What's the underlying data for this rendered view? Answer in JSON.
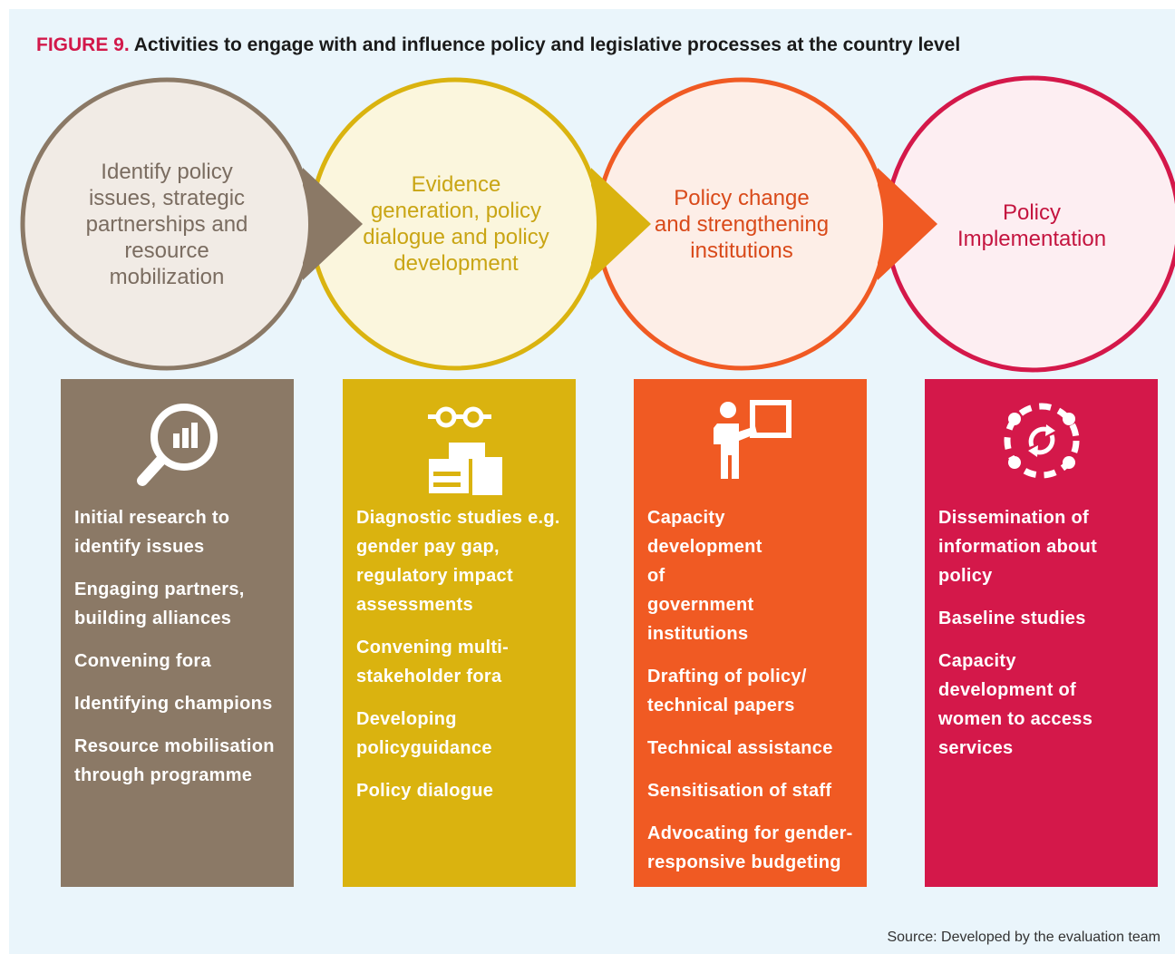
{
  "figure": {
    "label": "FIGURE 9.",
    "title": "Activities to engage with and influence policy and legislative processes at the country level"
  },
  "colors": {
    "brown": "#8b7966",
    "yellow": "#dab30f",
    "orange": "#f05a23",
    "crimson": "#d4184a",
    "title_label": "#d2184a"
  },
  "stages": [
    {
      "text": "Identify policy issues, strategic partnerships and resource mobilization"
    },
    {
      "text": "Evidence generation, policy dialogue and policy development"
    },
    {
      "text": "Policy change and strengthening institutions"
    },
    {
      "text": "Policy Implementation"
    }
  ],
  "columns": [
    {
      "icon": "magnifier-bar-chart-icon",
      "items": [
        "Initial research to identify issues",
        "Engaging partners, building alliances",
        "Convening fora",
        "Identifying champions",
        "Resource mobilisation through programme"
      ]
    },
    {
      "icon": "people-at-table-icon",
      "items": [
        "Diagnostic studies e.g. gender pay gap, regulatory impact assessments",
        "Convening multi-stakeholder fora",
        "Developing policyguidance",
        "Policy dialogue"
      ]
    },
    {
      "icon": "person-presenting-board-icon",
      "items": [
        "Capacity development of government institutions",
        "Drafting of policy/ technical papers",
        "Technical assistance",
        "Sensitisation of staff",
        "Advocating for gender-responsive budgeting"
      ]
    },
    {
      "icon": "dotted-circle-cycle-icon",
      "items": [
        "Dissemination of information about policy",
        "Baseline studies",
        "Capacity development of women to access services"
      ]
    }
  ],
  "source": "Source: Developed by the evaluation team"
}
